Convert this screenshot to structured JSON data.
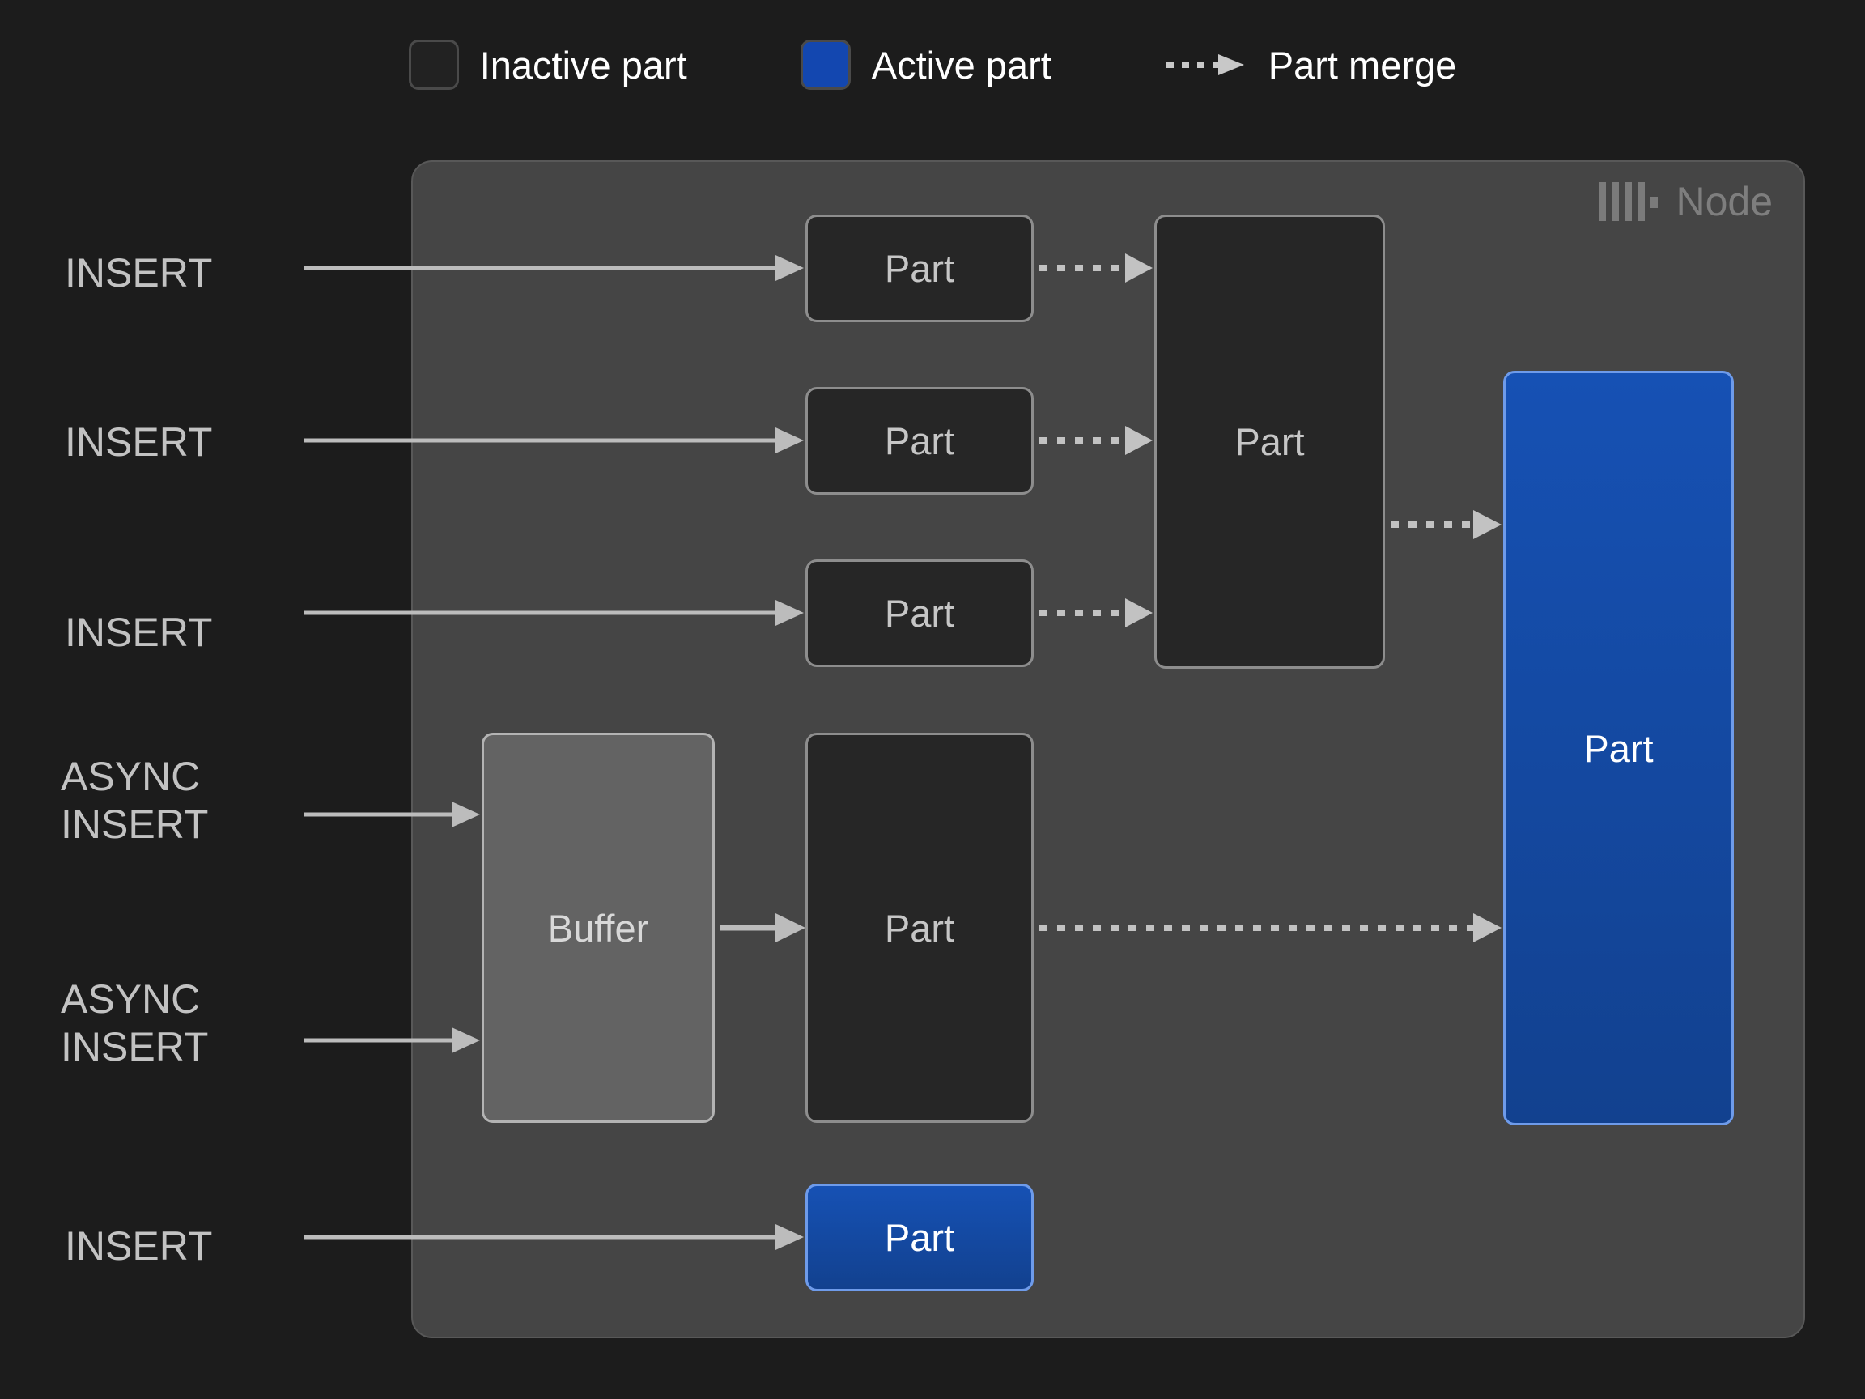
{
  "legend": {
    "items": [
      {
        "id": "inactive-part",
        "label": "Inactive part",
        "swatch": "rounded-square",
        "fill": "#222222",
        "border": "#4a4a4a"
      },
      {
        "id": "active-part",
        "label": "Active part",
        "swatch": "rounded-square",
        "fill": "#1347b0",
        "border": "#4a4a4a"
      },
      {
        "id": "part-merge",
        "label": "Part merge",
        "swatch": "dashed-arrow-icon",
        "fill": "#c8c8c8",
        "border": "#c8c8c8"
      }
    ]
  },
  "node": {
    "title": "Node",
    "logo_icon": "clickhouse-logo-icon",
    "background": "#454545",
    "border": "#585858"
  },
  "inputs": [
    {
      "id": "insert-1",
      "label": "INSERT"
    },
    {
      "id": "insert-2",
      "label": "INSERT"
    },
    {
      "id": "insert-3",
      "label": "INSERT"
    },
    {
      "id": "async-insert-1",
      "label": "ASYNC\nINSERT"
    },
    {
      "id": "async-insert-2",
      "label": "ASYNC\nINSERT"
    },
    {
      "id": "insert-4",
      "label": "INSERT"
    }
  ],
  "boxes": [
    {
      "id": "part-col1-row1",
      "label": "Part",
      "state": "inactive"
    },
    {
      "id": "part-col1-row2",
      "label": "Part",
      "state": "inactive"
    },
    {
      "id": "part-col1-row3",
      "label": "Part",
      "state": "inactive"
    },
    {
      "id": "buffer",
      "label": "Buffer",
      "state": "buffer"
    },
    {
      "id": "part-col1-row4",
      "label": "Part",
      "state": "inactive"
    },
    {
      "id": "part-col1-row5",
      "label": "Part",
      "state": "active"
    },
    {
      "id": "part-merged-mid",
      "label": "Part",
      "state": "inactive"
    },
    {
      "id": "part-merged-final",
      "label": "Part",
      "state": "active"
    }
  ],
  "colors": {
    "page_background": "#1c1c1c",
    "active_blue": "#1347b0",
    "active_blue_border": "#6e9bea",
    "inactive_fill": "#262626",
    "inactive_border": "#8d8d8d",
    "buffer_fill": "#636363",
    "buffer_border": "#b3b3b3",
    "arrow_gray": "#c2c2c2",
    "text_gray": "#c2c2c2",
    "node_title_gray": "#7e7e7e"
  }
}
